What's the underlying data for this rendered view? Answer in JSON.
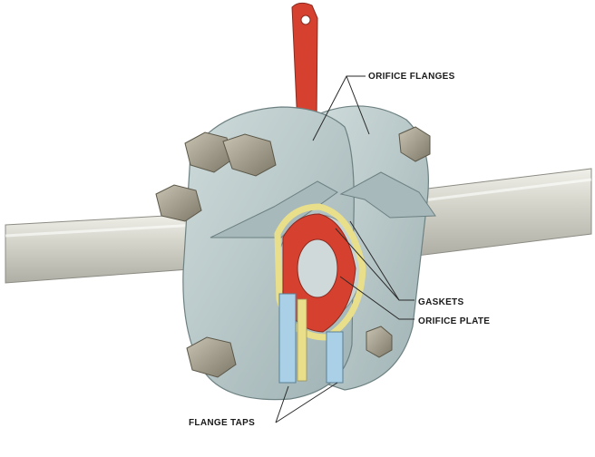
{
  "labels": {
    "orifice_flanges": "ORIFICE FLANGES",
    "gaskets": "GASKETS",
    "orifice_plate": "ORIFICE PLATE",
    "flange_taps": "FLANGE TAPS"
  },
  "colors": {
    "pipe": "#d9d9d0",
    "flange": "#b9c9ca",
    "orifice_plate": "#d6402f",
    "gasket": "#e9df8a",
    "tap": "#a9d0e6",
    "bolt": "#9a9584"
  }
}
